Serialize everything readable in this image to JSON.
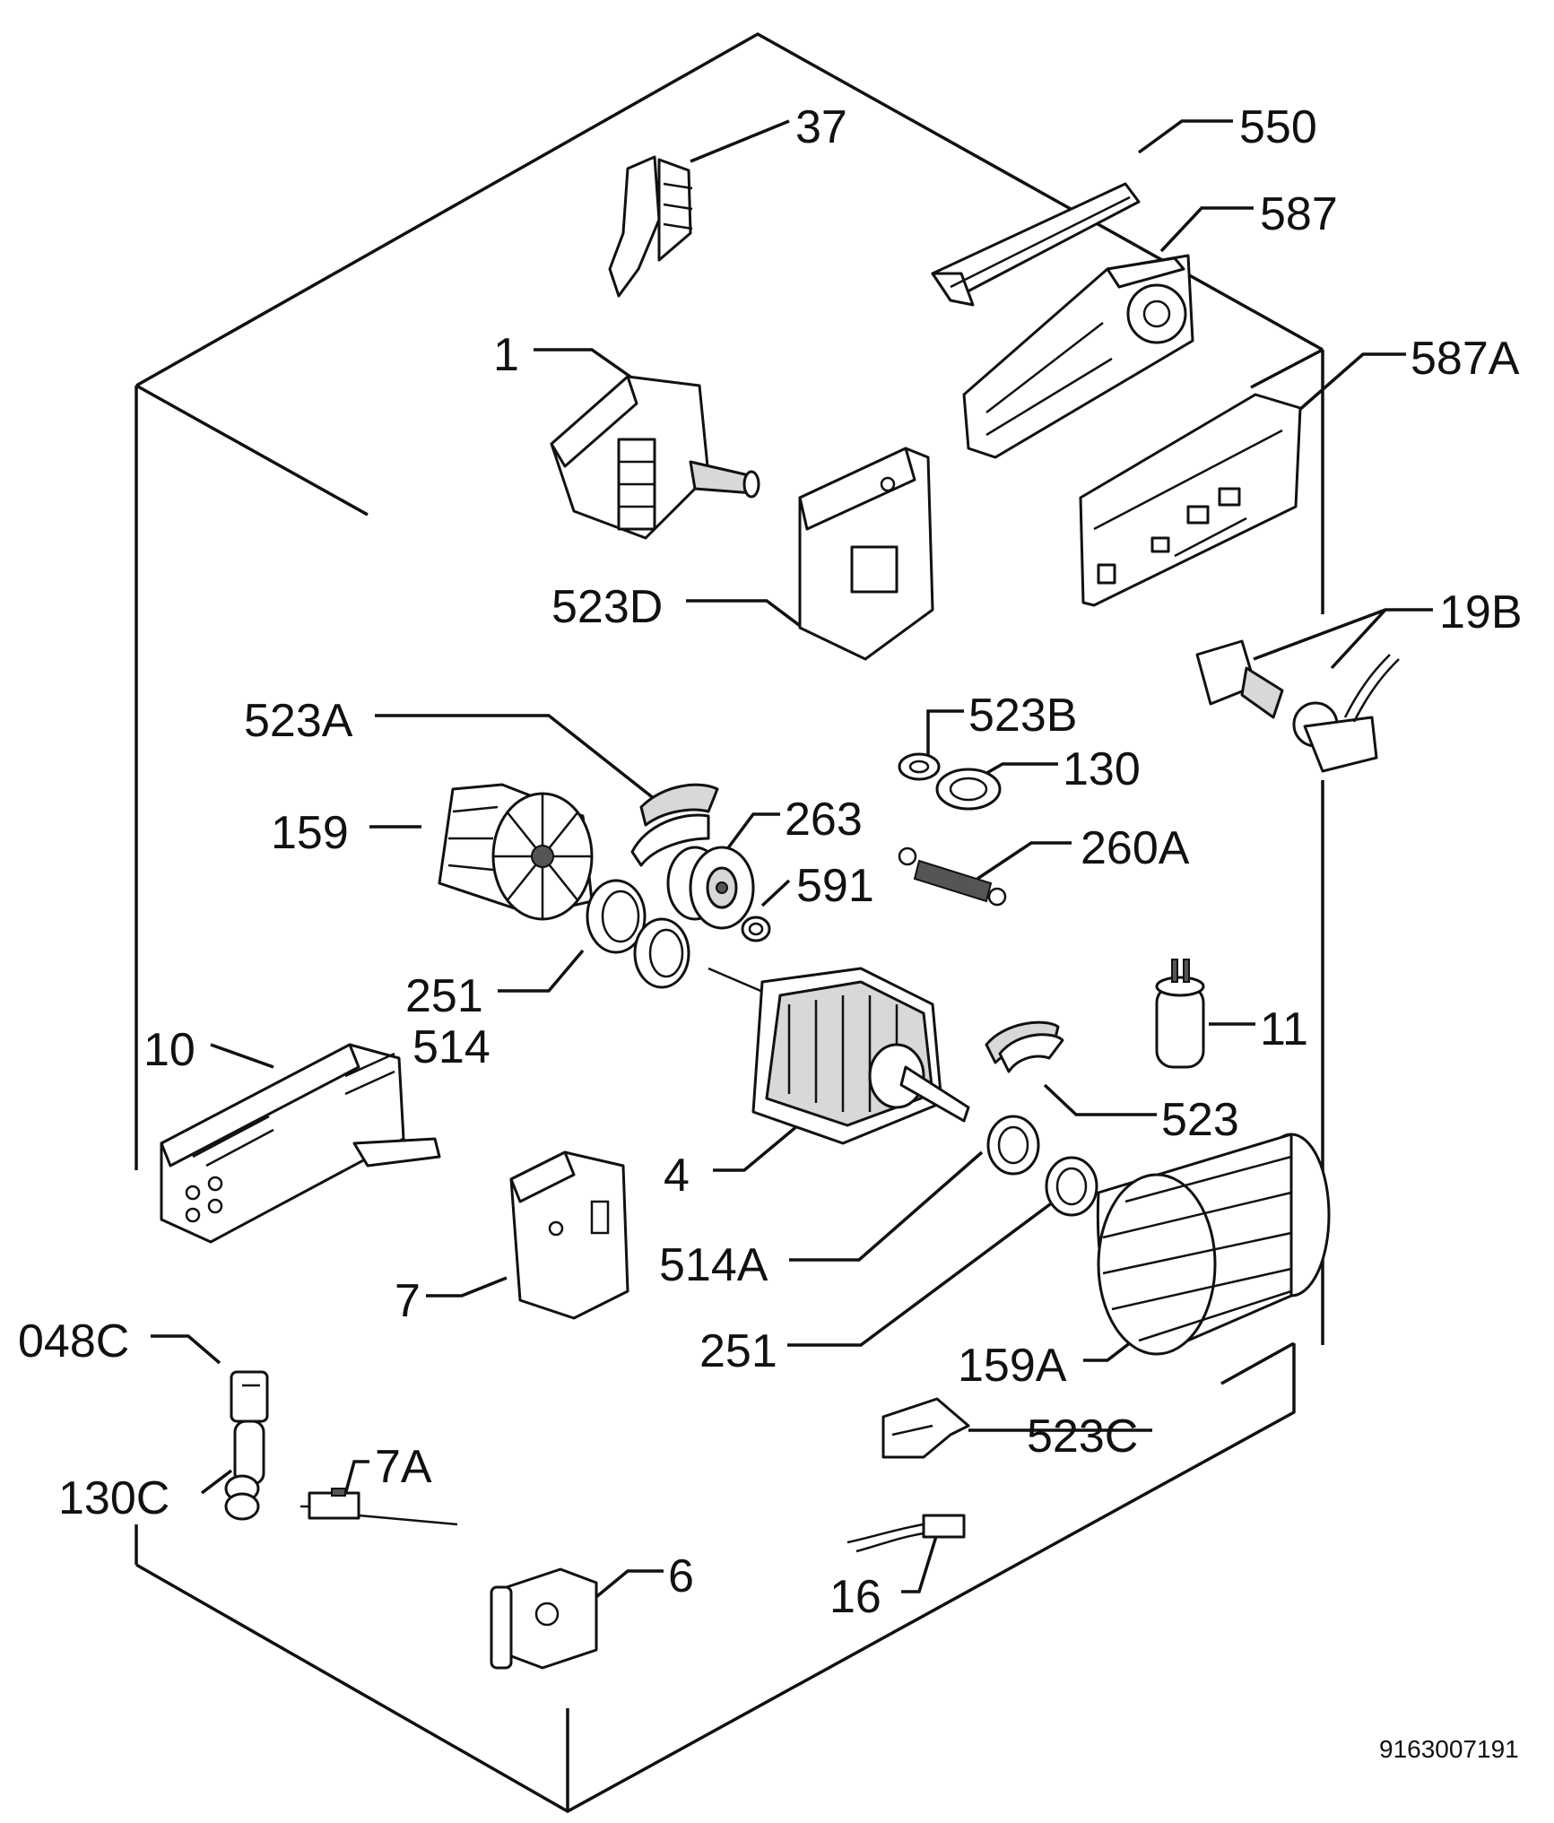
{
  "document_number": "9163007191",
  "parts": [
    {
      "id": "p37",
      "label": "37"
    },
    {
      "id": "p550",
      "label": "550"
    },
    {
      "id": "p587",
      "label": "587"
    },
    {
      "id": "p587A",
      "label": "587A"
    },
    {
      "id": "p1",
      "label": "1"
    },
    {
      "id": "p523D",
      "label": "523D"
    },
    {
      "id": "p19B",
      "label": "19B"
    },
    {
      "id": "p523A",
      "label": "523A"
    },
    {
      "id": "p523B",
      "label": "523B"
    },
    {
      "id": "p130",
      "label": "130"
    },
    {
      "id": "p159",
      "label": "159"
    },
    {
      "id": "p263",
      "label": "263"
    },
    {
      "id": "p260A",
      "label": "260A"
    },
    {
      "id": "p591",
      "label": "591"
    },
    {
      "id": "p251a",
      "label": "251"
    },
    {
      "id": "p514",
      "label": "514"
    },
    {
      "id": "p11",
      "label": "11"
    },
    {
      "id": "p10",
      "label": "10"
    },
    {
      "id": "p523",
      "label": "523"
    },
    {
      "id": "p4",
      "label": "4"
    },
    {
      "id": "p514A",
      "label": "514A"
    },
    {
      "id": "p7",
      "label": "7"
    },
    {
      "id": "p251b",
      "label": "251"
    },
    {
      "id": "p159A",
      "label": "159A"
    },
    {
      "id": "p048C",
      "label": "048C"
    },
    {
      "id": "p523C",
      "label": "523C"
    },
    {
      "id": "p130C",
      "label": "130C"
    },
    {
      "id": "p7A",
      "label": "7A"
    },
    {
      "id": "p6",
      "label": "6"
    },
    {
      "id": "p16",
      "label": "16"
    }
  ]
}
